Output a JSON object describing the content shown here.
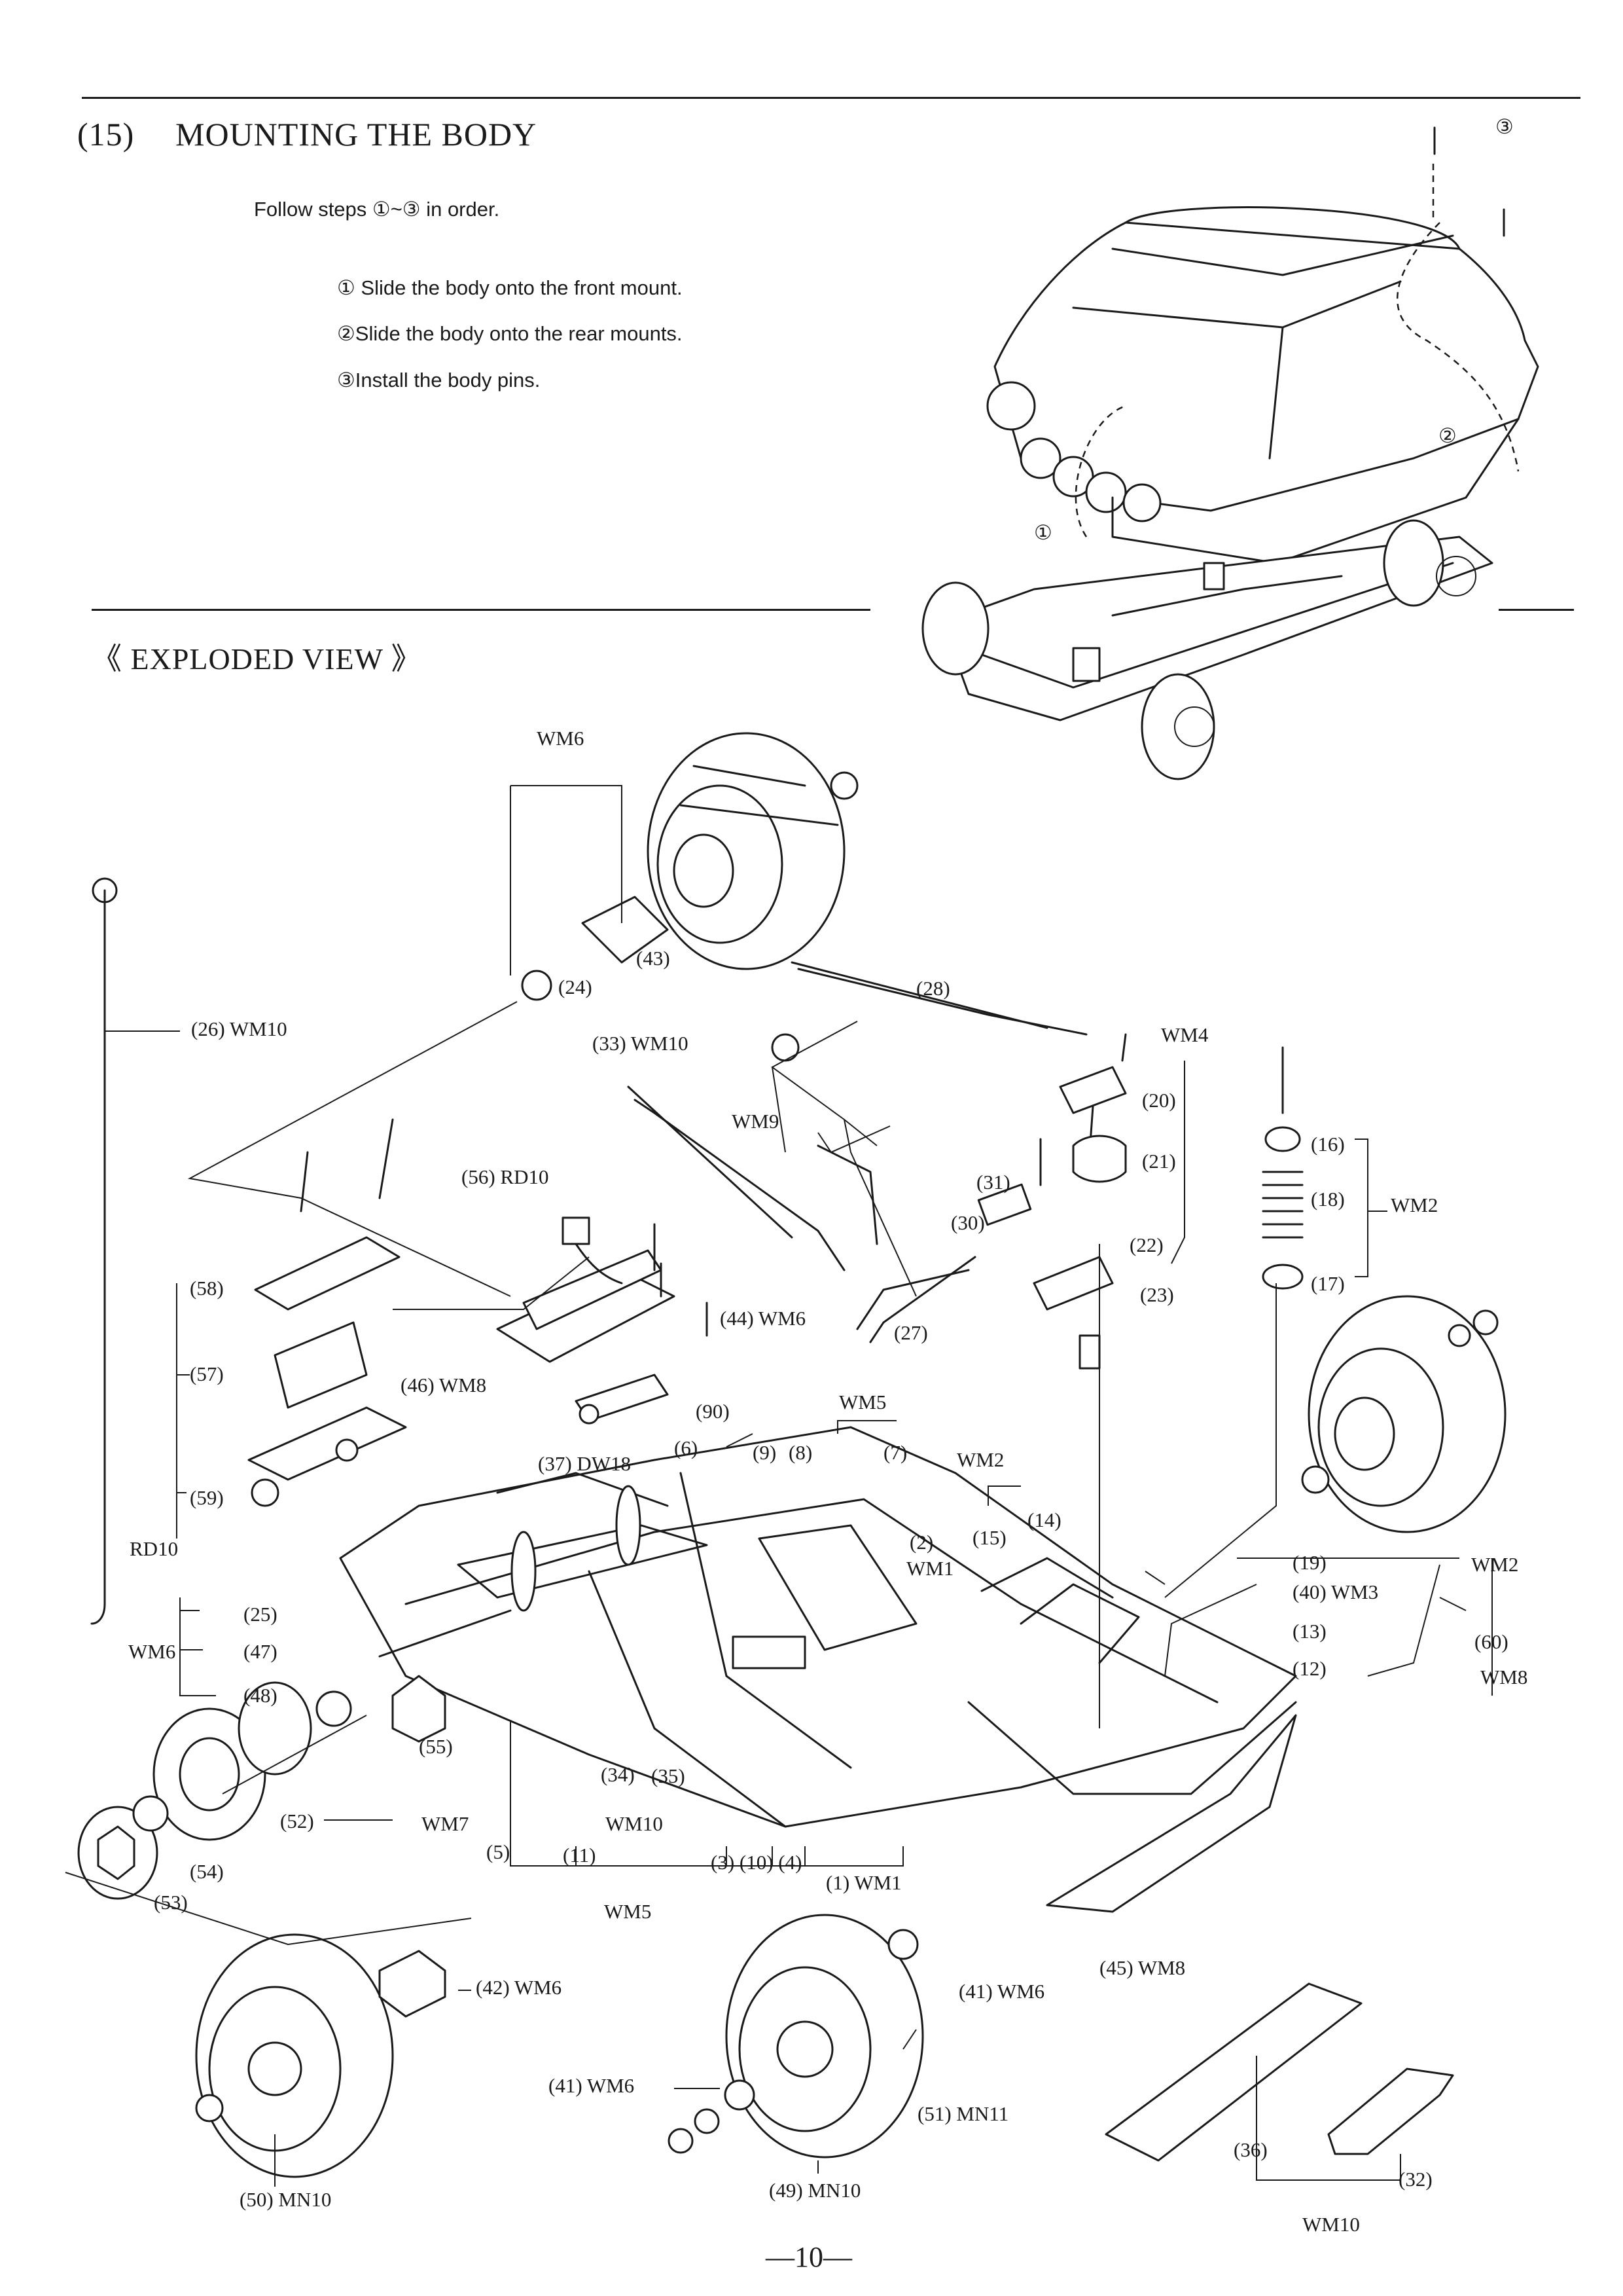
{
  "section": {
    "number": "(15)",
    "title": "MOUNTING THE BODY",
    "intro": "Follow steps ①~③ in order.",
    "steps": [
      "① Slide the body onto the front mount.",
      "②Slide the body onto the rear mounts.",
      "③Install the body pins."
    ],
    "callouts": [
      "①",
      "②",
      "③"
    ]
  },
  "exploded_view": {
    "title": "《 EXPLODED VIEW 》",
    "labels": {
      "l_wm6_top": "WM6",
      "l_43": "(43)",
      "l_24": "(24)",
      "l_26": "(26) WM10",
      "l_28": "(28)",
      "l_33": "(33) WM10",
      "l_wm4": "WM4",
      "l_20": "(20)",
      "l_21": "(21)",
      "l_wm9": "WM9",
      "l_31": "(31)",
      "l_30": "(30)",
      "l_22": "(22)",
      "l_23": "(23)",
      "l_16": "(16)",
      "l_18": "(18)",
      "l_wm2_r": "WM2",
      "l_17": "(17)",
      "l_56": "(56) RD10",
      "l_44": "(44) WM6",
      "l_27": "(27)",
      "l_58": "(58)",
      "l_57": "(57)",
      "l_46": "(46) WM8",
      "l_90": "(90)",
      "l_wm5_top": "WM5",
      "l_6": "(6)",
      "l_9": "(9)",
      "l_8": "(8)",
      "l_7": "(7)",
      "l_37": "(37) DW18",
      "l_59": "(59)",
      "l_rd10": "RD10",
      "l_wm2_mid": "WM2",
      "l_14": "(14)",
      "l_15": "(15)",
      "l_2": "(2)",
      "l_wm1_a": "WM1",
      "l_19": "(19)",
      "l_wm2_r2": "WM2",
      "l_40": "(40) WM3",
      "l_13": "(13)",
      "l_12": "(12)",
      "l_60": "(60)",
      "l_wm8_r": "WM8",
      "l_25": "(25)",
      "l_47": "(47)",
      "l_48": "(48)",
      "l_wm6_l": "WM6",
      "l_55": "(55)",
      "l_52": "(52)",
      "l_wm7": "WM7",
      "l_54": "(54)",
      "l_53": "(53)",
      "l_34": "(34)",
      "l_35": "(35)",
      "l_wm10_mid": "WM10",
      "l_5": "(5)",
      "l_11": "(11)",
      "l_3_10_4": "(3) (10) (4)",
      "l_1": "(1) WM1",
      "l_wm5_bot": "WM5",
      "l_45": "(45) WM8",
      "l_41a": "(41) WM6",
      "l_42": "(42) WM6",
      "l_41b": "(41) WM6",
      "l_51": "(51) MN11",
      "l_36": "(36)",
      "l_32": "(32)",
      "l_wm10_bot": "WM10",
      "l_50": "(50) MN10",
      "l_49": "(49) MN10"
    }
  },
  "page_number": "—10—"
}
